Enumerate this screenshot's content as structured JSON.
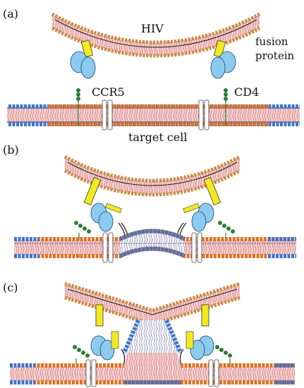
{
  "panels": [
    {
      "label": "(a)"
    },
    {
      "label": "(b)"
    },
    {
      "label": "(c)"
    }
  ],
  "labels": {
    "virus": "HIV",
    "fusion_1": "fusion",
    "fusion_2": "protein",
    "coreceptor": "CCR5",
    "receptor": "CD4",
    "cell": "target cell"
  },
  "colors": {
    "orange_head": "#e0711f",
    "tan_head": "#c98a3f",
    "blue_head": "#3f74c9",
    "tail_fill": "#f4c9c9",
    "tail_line": "#c96a6a",
    "fusion_yellow": "#f2ea1f",
    "fusion_blue": "#8ccbf0",
    "receptor_green": "#2e7d32",
    "membrane_line": "#262266"
  },
  "icons": [
    "hiv-envelope-bilayer",
    "fusion-protein-icon",
    "cd4-receptor-icon",
    "ccr5-coreceptor-icon",
    "target-cell-membrane"
  ]
}
